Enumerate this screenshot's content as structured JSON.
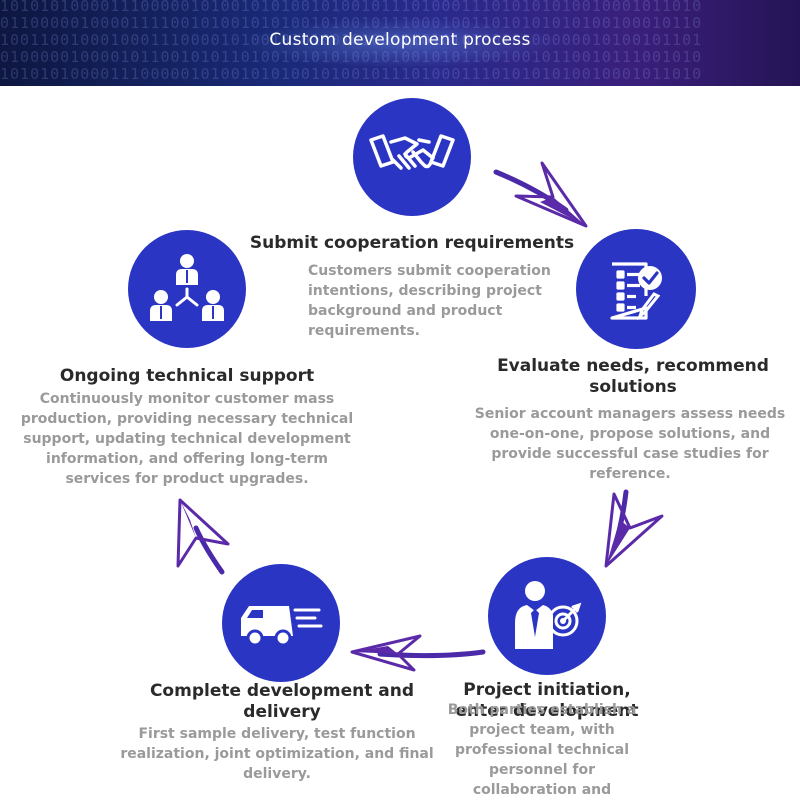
{
  "banner": {
    "title": "Custom development process",
    "binary_lines": [
      "1010101000011100000101001010100101001011101000111010101010010001011010",
      "0110000010000111100101001010100101001011100010011010101010100100010110",
      "1001100100010001110000101001010100101000110101010010100000010100101101",
      "0100000100001011001010110100101010100101001010110010010110010111001010",
      "1010101000011100000101001010100101001011101000111010101010010001011010"
    ]
  },
  "steps": [
    {
      "title": "Submit cooperation requirements",
      "desc": "Customers submit cooperation intentions, describing project background and product requirements.",
      "icon": "handshake-icon"
    },
    {
      "title": "Evaluate needs, recommend solutions",
      "desc": "Senior account managers assess needs one-on-one, propose solutions, and provide successful case studies for reference.",
      "icon": "checklist-icon"
    },
    {
      "title": "Project initiation, enter development",
      "desc": "Both parties establish a project team, with professional technical personnel for collaboration and",
      "icon": "businessman-target-icon"
    },
    {
      "title": "Complete development and delivery",
      "desc": "First sample delivery, test function realization, joint optimization, and final delivery.",
      "icon": "delivery-truck-icon"
    },
    {
      "title": "Ongoing technical support",
      "desc": "Continuously monitor customer mass production, providing necessary technical support, updating technical development information, and offering long-term services for product upgrades.",
      "icon": "team-network-icon"
    }
  ],
  "colors": {
    "circle": "#2b35c4",
    "arrow": "#5b2aa8",
    "title": "#2a2a2a",
    "desc": "#9a9a9a"
  }
}
